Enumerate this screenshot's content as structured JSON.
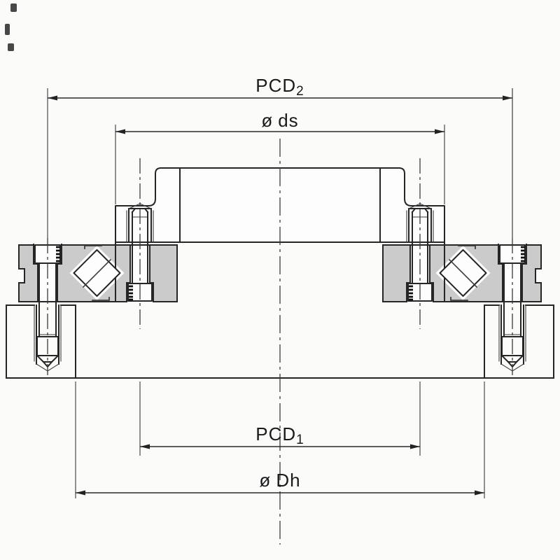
{
  "drawing": {
    "labels": {
      "pcd2": {
        "name": "PCD",
        "sub": "2"
      },
      "ds": {
        "symbol": "ø",
        "name": "ds"
      },
      "pcd1": {
        "name": "PCD",
        "sub": "1"
      },
      "dh": {
        "symbol": "ø",
        "name": "Dh"
      }
    },
    "colors": {
      "line": "#262626",
      "thin": "#3c3c3c",
      "fill_section": "#cbcbcb",
      "background": "#fbfbfa",
      "text": "#1b1b1b"
    }
  }
}
